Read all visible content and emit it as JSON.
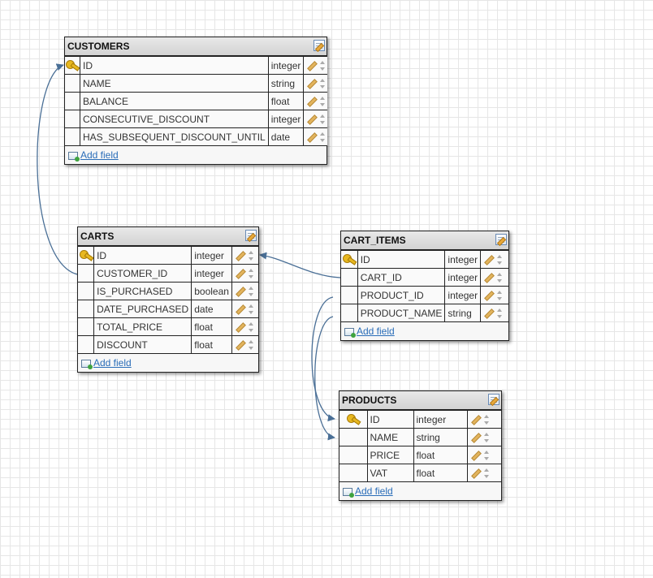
{
  "tables": {
    "customers": {
      "name": "CUSTOMERS",
      "add_label": "Add field",
      "fields": [
        {
          "name": "ID",
          "type": "integer",
          "primary_key": true
        },
        {
          "name": "NAME",
          "type": "string"
        },
        {
          "name": "BALANCE",
          "type": "float"
        },
        {
          "name": "CONSECUTIVE_DISCOUNT",
          "type": "integer"
        },
        {
          "name": "HAS_SUBSEQUENT_DISCOUNT_UNTIL",
          "type": "date"
        }
      ]
    },
    "carts": {
      "name": "CARTS",
      "add_label": "Add field",
      "fields": [
        {
          "name": "ID",
          "type": "integer",
          "primary_key": true
        },
        {
          "name": "CUSTOMER_ID",
          "type": "integer"
        },
        {
          "name": "IS_PURCHASED",
          "type": "boolean"
        },
        {
          "name": "DATE_PURCHASED",
          "type": "date"
        },
        {
          "name": "TOTAL_PRICE",
          "type": "float"
        },
        {
          "name": "DISCOUNT",
          "type": "float"
        }
      ]
    },
    "cart_items": {
      "name": "CART_ITEMS",
      "add_label": "Add field",
      "fields": [
        {
          "name": "ID",
          "type": "integer",
          "primary_key": true
        },
        {
          "name": "CART_ID",
          "type": "integer"
        },
        {
          "name": "PRODUCT_ID",
          "type": "integer"
        },
        {
          "name": "PRODUCT_NAME",
          "type": "string"
        }
      ]
    },
    "products": {
      "name": "PRODUCTS",
      "add_label": "Add field",
      "fields": [
        {
          "name": "ID",
          "type": "integer",
          "primary_key": true
        },
        {
          "name": "NAME",
          "type": "string"
        },
        {
          "name": "PRICE",
          "type": "float"
        },
        {
          "name": "VAT",
          "type": "float"
        }
      ]
    }
  },
  "relations": [
    {
      "from": "CARTS.CUSTOMER_ID",
      "to": "CUSTOMERS.ID"
    },
    {
      "from": "CART_ITEMS.CART_ID",
      "to": "CARTS.ID"
    },
    {
      "from": "CART_ITEMS.PRODUCT_ID",
      "to": "PRODUCTS.ID"
    },
    {
      "from": "CART_ITEMS.PRODUCT_NAME",
      "to": "PRODUCTS.NAME"
    }
  ],
  "colors": {
    "link": "#4a6f96",
    "add_link": "#2a6db8",
    "header_bg": "#dcdcdc",
    "key": "#e8b820"
  }
}
